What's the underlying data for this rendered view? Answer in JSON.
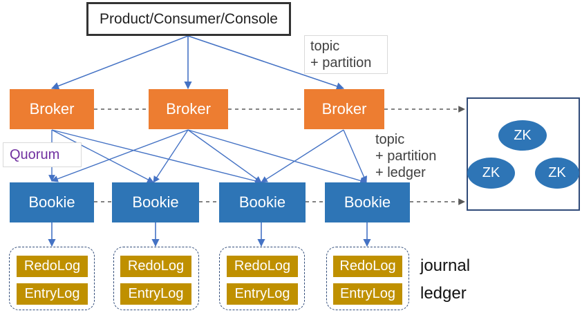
{
  "client": {
    "label": "Product/Consumer/Console"
  },
  "brokers": [
    "Broker",
    "Broker",
    "Broker"
  ],
  "bookies": [
    "Bookie",
    "Bookie",
    "Bookie",
    "Bookie"
  ],
  "logs": {
    "redo": "RedoLog",
    "entry": "EntryLog"
  },
  "notes": {
    "client_to_broker": [
      "topic",
      "+ partition"
    ],
    "broker_to_bookie": [
      "topic",
      "+ partition",
      "+ ledger"
    ],
    "quorum": "Quorum"
  },
  "zookeeper": {
    "nodes": [
      "ZK",
      "ZK",
      "ZK"
    ]
  },
  "storage_labels": {
    "journal": "journal",
    "ledger": "ledger"
  },
  "colors": {
    "broker": "#ed7d31",
    "bookie": "#2e75b6",
    "log": "#bf9000",
    "arrow": "#4472c4",
    "quorum_text": "#7030a0"
  }
}
